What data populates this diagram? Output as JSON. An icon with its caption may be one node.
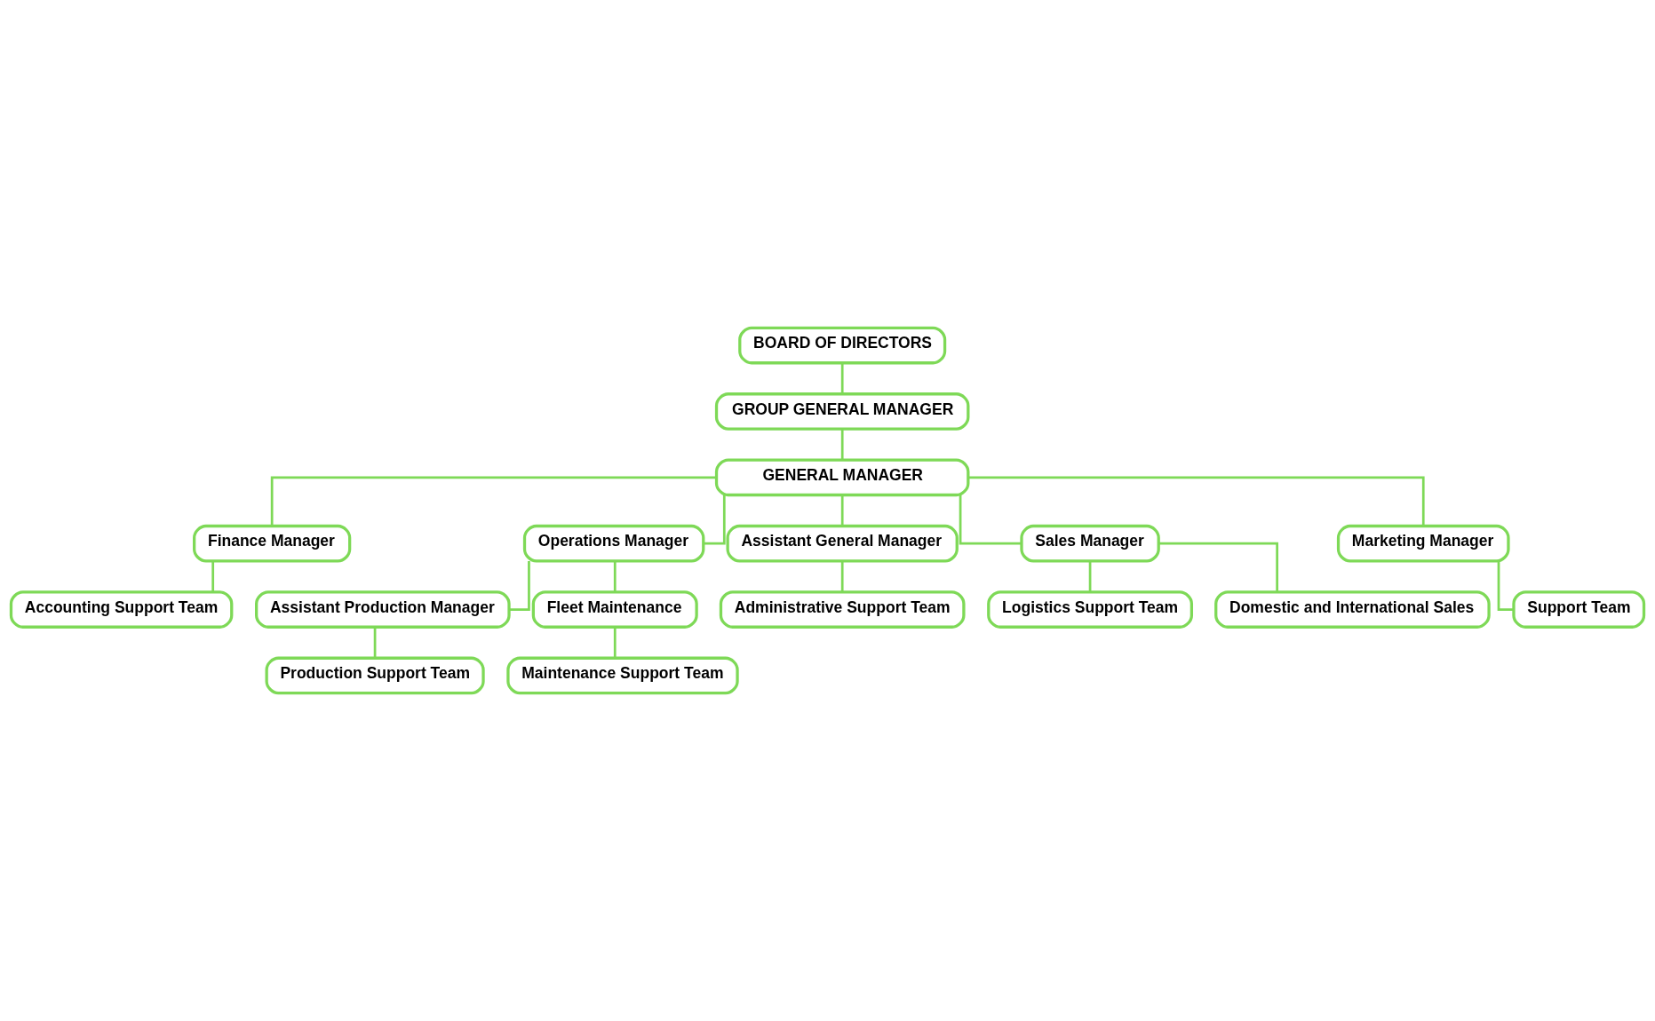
{
  "diagram": {
    "nodes": [
      {
        "text": [
          "BOARD OF DIRECTORS"
        ]
      },
      {
        "text": [
          "GROUP GENERAL MANAGER"
        ]
      },
      {
        "text": [
          "GENERAL MANAGER"
        ]
      },
      {
        "text": [
          "Finance Manager"
        ]
      },
      {
        "text": [
          "Operations Manager"
        ]
      },
      {
        "text": [
          "Assistant General Manager"
        ]
      },
      {
        "text": [
          "Sales Manager"
        ]
      },
      {
        "text": [
          "Marketing Manager"
        ]
      },
      {
        "text": [
          "Accounting Support Team"
        ]
      },
      {
        "text": [
          "Assistant Production Manager"
        ]
      },
      {
        "text": [
          "Fleet Maintenance"
        ]
      },
      {
        "text": [
          "Administrative Support Team"
        ]
      },
      {
        "text": [
          "Logistics Support Team"
        ]
      },
      {
        "text": [
          "Domestic and International Sales"
        ]
      },
      {
        "text": [
          "Support Team"
        ]
      },
      {
        "text": [
          "Production Support Team"
        ]
      },
      {
        "text": [
          "Maintenance Support Team"
        ]
      }
    ],
    "edges": [
      {
        "from": 0,
        "to": 1,
        "arrow": "none"
      },
      {
        "from": 1,
        "to": 2,
        "arrow": "none"
      },
      {
        "from": 2,
        "to": 3,
        "arrow": "none"
      },
      {
        "from": 2,
        "to": 4,
        "arrow": "none"
      },
      {
        "from": 2,
        "to": 5,
        "arrow": "none"
      },
      {
        "from": 2,
        "to": 6,
        "arrow": "none"
      },
      {
        "from": 2,
        "to": 7,
        "arrow": "none"
      },
      {
        "from": 3,
        "to": 8,
        "arrow": "none"
      },
      {
        "from": 4,
        "to": 9,
        "arrow": "none"
      },
      {
        "from": 4,
        "to": 10,
        "arrow": "none"
      },
      {
        "from": 5,
        "to": 11,
        "arrow": "none"
      },
      {
        "from": 6,
        "to": 12,
        "arrow": "none"
      },
      {
        "from": 6,
        "to": 13,
        "arrow": "none"
      },
      {
        "from": 7,
        "to": 14,
        "arrow": "none"
      },
      {
        "from": 9,
        "to": 15,
        "arrow": "none"
      },
      {
        "from": 10,
        "to": 16,
        "arrow": "none"
      }
    ]
  }
}
